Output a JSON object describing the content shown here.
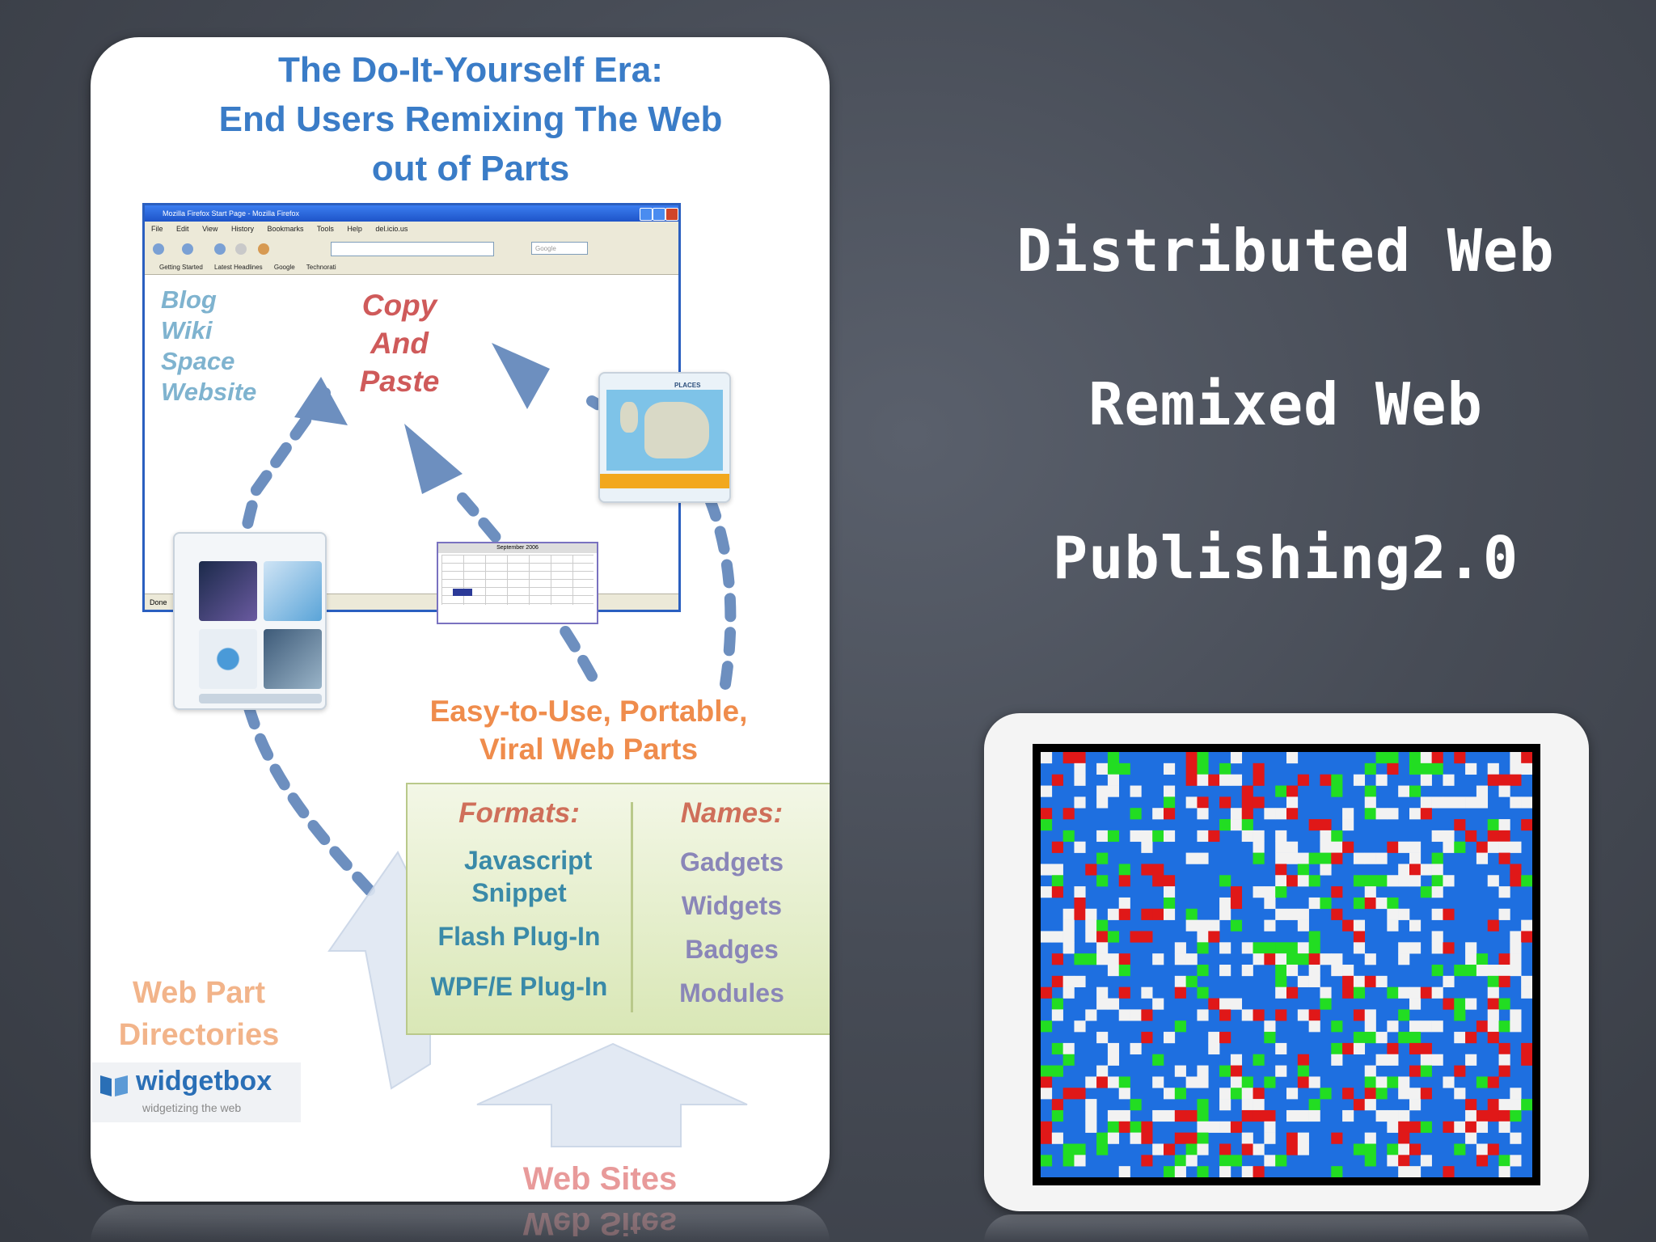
{
  "diagram": {
    "title": [
      "The Do-It-Yourself Era:",
      "End Users Remixing The Web",
      "out of Parts"
    ],
    "browser": {
      "window_title": "Mozilla Firefox Start Page - Mozilla Firefox",
      "menu": [
        "File",
        "Edit",
        "View",
        "History",
        "Bookmarks",
        "Tools",
        "Help",
        "del.icio.us"
      ],
      "search_placeholder": "Google",
      "bookmarks": [
        "Getting Started",
        "Latest Headlines",
        "Google",
        "Technorati"
      ],
      "status": "Done"
    },
    "site_types": [
      "Blog",
      "Wiki",
      "Space",
      "Website"
    ],
    "copy_paste": [
      "Copy",
      "And",
      "Paste"
    ],
    "viral_caption": [
      "Easy-to-Use, Portable,",
      "Viral Web Parts"
    ],
    "formats_header": "Formats:",
    "formats": [
      "Javascript Snippet",
      "Flash Plug-In",
      "WPF/E Plug-In"
    ],
    "names_header": "Names:",
    "names": [
      "Gadgets",
      "Widgets",
      "Badges",
      "Modules"
    ],
    "directories_caption": [
      "Web Part",
      "Directories"
    ],
    "widgetbox": {
      "name": "widgetbox",
      "tagline": "widgetizing the web"
    },
    "websites_caption": "Web Sites",
    "calendar_month": "September 2006",
    "map_logo": "PLACES"
  },
  "right_text": [
    "Distributed Web",
    "Remixed Web",
    "Publishing2.0"
  ],
  "mosaic": {
    "colors": {
      "blue": "#1e6fe0",
      "white": "#f2f2f2",
      "red": "#e01818",
      "green": "#22dd22"
    },
    "columns": 44,
    "rows": 38
  },
  "colors": {
    "title_blue": "#3a7cc7",
    "arrow_blue": "#6d8fbf",
    "caption_orange": "#ef8c4c"
  }
}
